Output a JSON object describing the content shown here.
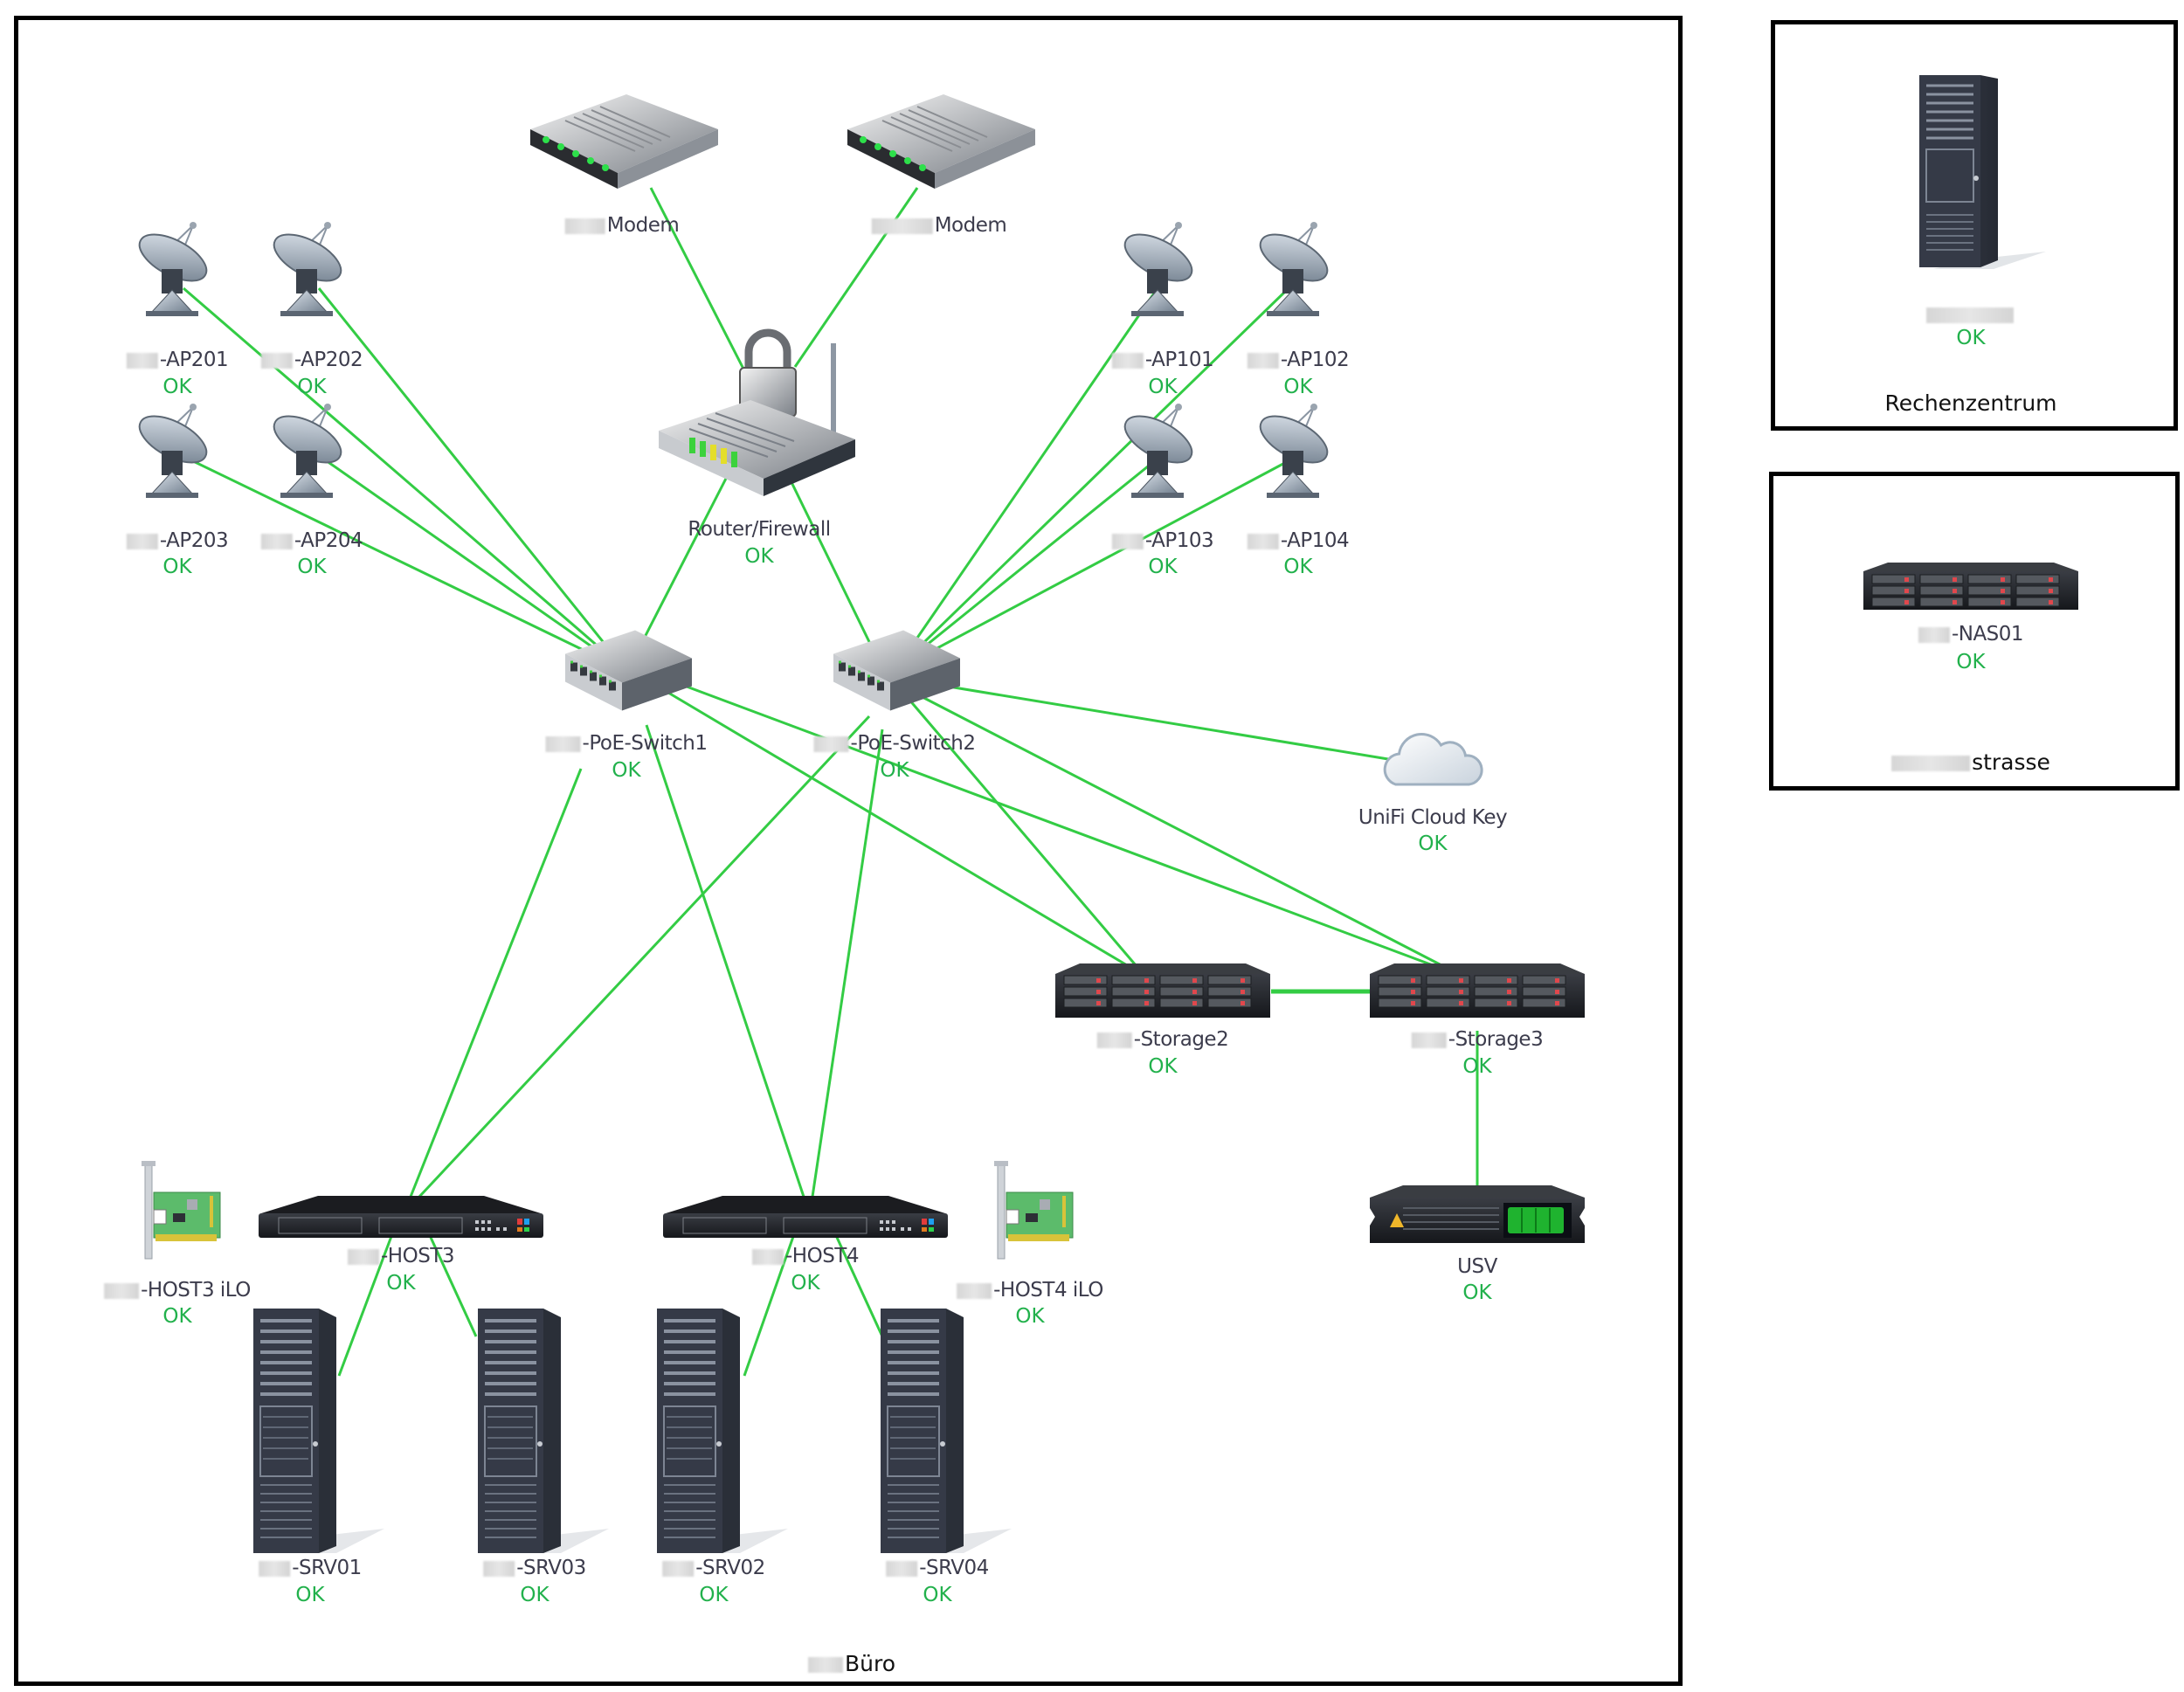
{
  "status_colors": {
    "ok": "#22b14c",
    "link": "#33cc44"
  },
  "areas": {
    "buero": {
      "title": "Büro",
      "prefix_redacted": true
    },
    "rechenzentrum": {
      "title": "Rechenzentrum"
    },
    "strasse": {
      "title": "strasse",
      "prefix_redacted": true
    }
  },
  "nodes": {
    "modem1": {
      "label": "Modem",
      "icon": "modem-icon",
      "redacted_prefix": true
    },
    "modem2": {
      "label": "Modem",
      "icon": "modem-icon",
      "redacted_prefix": true
    },
    "router": {
      "label": "Router/Firewall",
      "status": "OK",
      "icon": "router-firewall-icon"
    },
    "ap201": {
      "label": "-AP201",
      "status": "OK",
      "icon": "satellite-dish-icon"
    },
    "ap202": {
      "label": "-AP202",
      "status": "OK",
      "icon": "satellite-dish-icon"
    },
    "ap203": {
      "label": "-AP203",
      "status": "OK",
      "icon": "satellite-dish-icon"
    },
    "ap204": {
      "label": "-AP204",
      "status": "OK",
      "icon": "satellite-dish-icon"
    },
    "ap101": {
      "label": "-AP101",
      "status": "OK",
      "icon": "satellite-dish-icon"
    },
    "ap102": {
      "label": "-AP102",
      "status": "OK",
      "icon": "satellite-dish-icon"
    },
    "ap103": {
      "label": "-AP103",
      "status": "OK",
      "icon": "satellite-dish-icon"
    },
    "ap104": {
      "label": "-AP104",
      "status": "OK",
      "icon": "satellite-dish-icon"
    },
    "switch1": {
      "label": "-PoE-Switch1",
      "status": "OK",
      "icon": "network-switch-icon"
    },
    "switch2": {
      "label": "-PoE-Switch2",
      "status": "OK",
      "icon": "network-switch-icon"
    },
    "cloudkey": {
      "label": "UniFi Cloud Key",
      "status": "OK",
      "icon": "cloud-icon"
    },
    "storage2": {
      "label": "-Storage2",
      "status": "OK",
      "icon": "storage-array-icon"
    },
    "storage3": {
      "label": "-Storage3",
      "status": "OK",
      "icon": "storage-array-icon"
    },
    "usv": {
      "label": "USV",
      "status": "OK",
      "icon": "ups-icon"
    },
    "host3": {
      "label": "-HOST3",
      "status": "OK",
      "icon": "rack-server-icon"
    },
    "host4": {
      "label": "-HOST4",
      "status": "OK",
      "icon": "rack-server-icon"
    },
    "host3ilo": {
      "label": "-HOST3 iLO",
      "status": "OK",
      "icon": "network-card-icon"
    },
    "host4ilo": {
      "label": "-HOST4 iLO",
      "status": "OK",
      "icon": "network-card-icon"
    },
    "srv01": {
      "label": "-SRV01",
      "status": "OK",
      "icon": "tower-server-icon"
    },
    "srv03": {
      "label": "-SRV03",
      "status": "OK",
      "icon": "tower-server-icon"
    },
    "srv02": {
      "label": "-SRV02",
      "status": "OK",
      "icon": "tower-server-icon"
    },
    "srv04": {
      "label": "-SRV04",
      "status": "OK",
      "icon": "tower-server-icon"
    },
    "rz_server": {
      "label": "",
      "status": "OK",
      "icon": "tower-server-icon"
    },
    "nas01": {
      "label": "-NAS01",
      "status": "OK",
      "icon": "storage-array-icon"
    }
  },
  "links": [
    [
      "modem1",
      "router"
    ],
    [
      "modem2",
      "router"
    ],
    [
      "router",
      "switch1"
    ],
    [
      "router",
      "switch2"
    ],
    [
      "ap201",
      "switch1"
    ],
    [
      "ap202",
      "switch1"
    ],
    [
      "ap203",
      "switch1"
    ],
    [
      "ap204",
      "switch1"
    ],
    [
      "ap101",
      "switch2"
    ],
    [
      "ap102",
      "switch2"
    ],
    [
      "ap103",
      "switch2"
    ],
    [
      "ap104",
      "switch2"
    ],
    [
      "switch2",
      "cloudkey"
    ],
    [
      "switch1",
      "storage2"
    ],
    [
      "switch1",
      "storage3"
    ],
    [
      "switch2",
      "storage2"
    ],
    [
      "switch2",
      "storage3"
    ],
    [
      "switch1",
      "host3"
    ],
    [
      "switch1",
      "host4"
    ],
    [
      "switch2",
      "host3"
    ],
    [
      "switch2",
      "host4"
    ],
    [
      "storage2",
      "storage3"
    ],
    [
      "storage3",
      "usv"
    ],
    [
      "host3",
      "srv01"
    ],
    [
      "host3",
      "srv03"
    ],
    [
      "host4",
      "srv02"
    ],
    [
      "host4",
      "srv04"
    ]
  ]
}
